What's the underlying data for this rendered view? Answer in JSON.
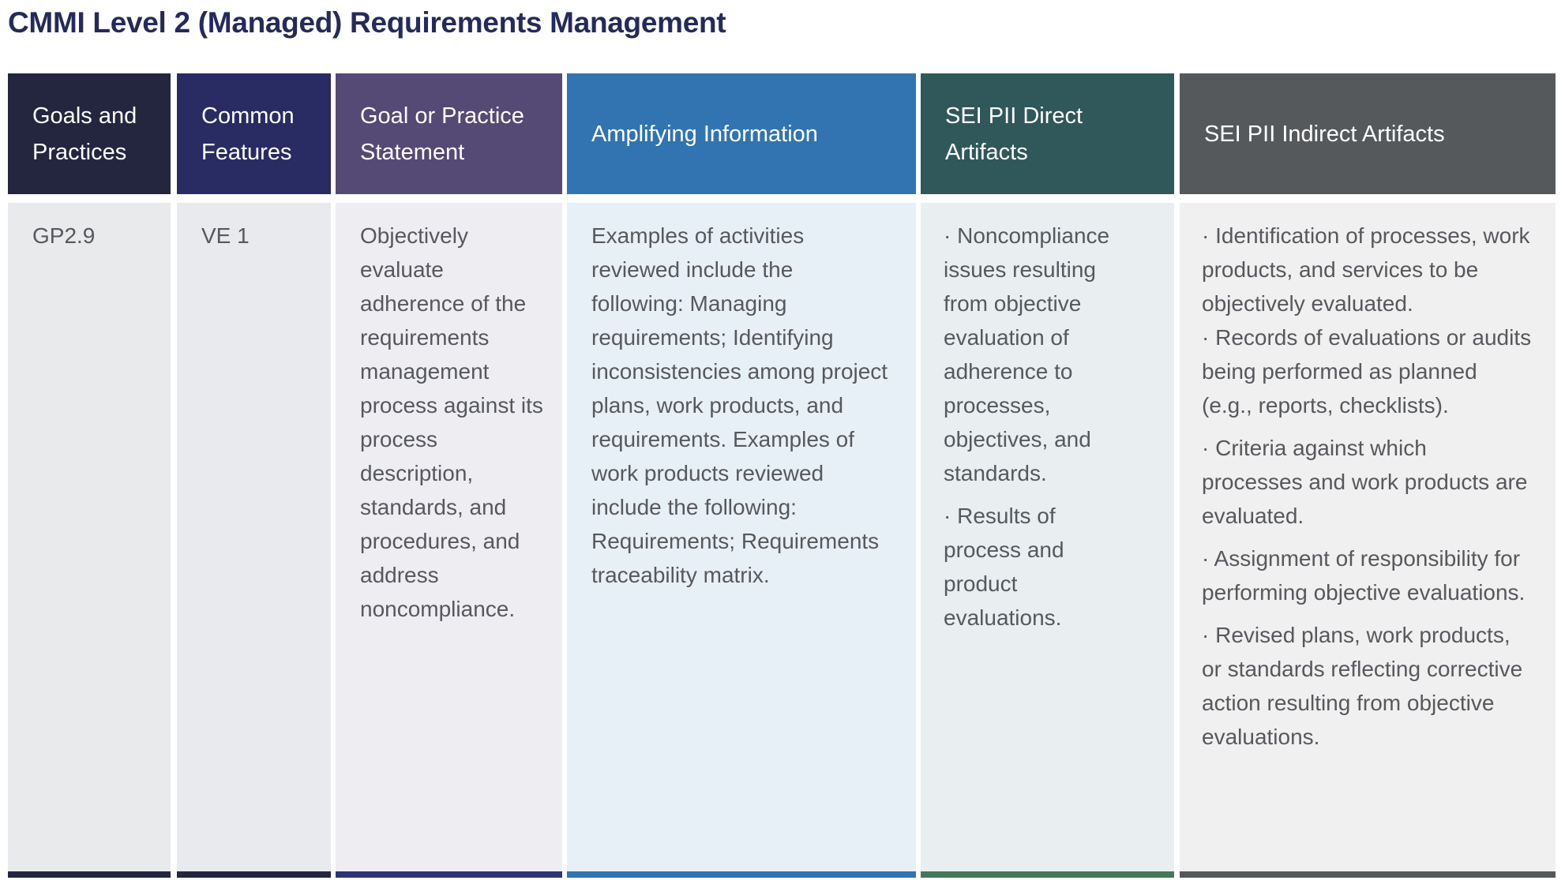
{
  "title": "CMMI Level 2 (Managed) Requirements Management",
  "colors": {
    "title": "#252a5b",
    "body_text": "#56585d"
  },
  "columns": [
    {
      "header": "Goals and Practices",
      "header_bg": "#24253f",
      "body_bg": "#e9eaec",
      "bar_color": "#24253f",
      "paragraphs": [
        [
          "GP2.9"
        ]
      ]
    },
    {
      "header": "Common Features",
      "header_bg": "#282c63",
      "body_bg": "#e9eaed",
      "bar_color": "#24253f",
      "paragraphs": [
        [
          "VE 1"
        ]
      ]
    },
    {
      "header": "Goal or Practice Statement",
      "header_bg": "#554975",
      "body_bg": "#eeeef2",
      "bar_color": "#2b3474",
      "paragraphs": [
        [
          "Objectively evaluate adherence of the requirements management process against its process description, standards, and procedures, and address noncompliance."
        ]
      ]
    },
    {
      "header": "Amplifying Information",
      "header_bg": "#3174b1",
      "body_bg": "#e8f0f7",
      "bar_color": "#3174b1",
      "paragraphs": [
        [
          "Examples of activities reviewed include the following: Managing requirements; Identifying inconsistencies among project plans, work products, and requirements. Examples of work products reviewed include the following: Requirements; Requirements traceability matrix."
        ]
      ]
    },
    {
      "header": "SEI PII Direct Artifacts",
      "header_bg": "#30575a",
      "body_bg": "#e9eff0",
      "bar_color": "#48765a",
      "paragraphs": [
        [
          "· Noncompliance issues resulting from objective evaluation of adherence to processes, objectives, and standards."
        ],
        [
          "· Results of process and product evaluations."
        ]
      ]
    },
    {
      "header": "SEI PII Indirect Artifacts",
      "header_bg": "#56595c",
      "body_bg": "#f0f0f0",
      "bar_color": "#56595c",
      "paragraphs": [
        [
          "· Identification of processes, work products, and services to be objectively evaluated.",
          "· Records of evaluations or audits being performed as planned (e.g., reports, checklists)."
        ],
        [
          "· Criteria against which processes and work products are evaluated."
        ],
        [
          "· Assignment of responsibility for performing objective evaluations."
        ],
        [
          "· Revised plans, work products, or standards reflecting corrective action resulting from objective evaluations."
        ]
      ]
    }
  ]
}
